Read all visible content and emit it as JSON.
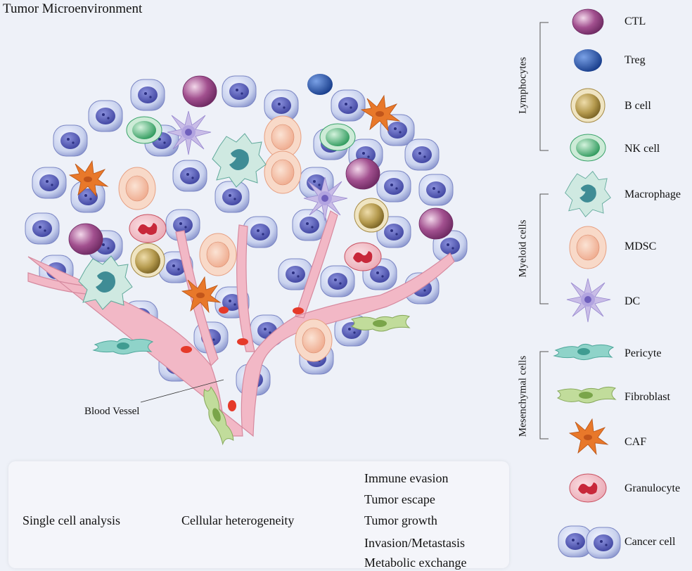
{
  "title": "Tumor Microenvironment",
  "vessel_label": "Blood Vessel",
  "groups": [
    {
      "name": "Lymphocytes",
      "items": [
        "CTL",
        "Treg",
        "B cell",
        "NK cell"
      ]
    },
    {
      "name": "Myeloid cells",
      "items": [
        "Macrophage",
        "MDSC",
        "DC"
      ]
    },
    {
      "name": "Mesenchymal cells",
      "items": [
        "Pericyte",
        "Fibroblast",
        "CAF"
      ]
    }
  ],
  "standalone": [
    "Granulocyte",
    "Cancer cell"
  ],
  "flow": {
    "step1": "Single cell analysis",
    "step2": "Cellular heterogeneity",
    "outcomes": [
      "Immune evasion",
      "Tumor escape",
      "Tumor growth",
      "Invasion/Metastasis",
      "Metabolic exchange"
    ]
  },
  "colors": {
    "cancer": "#c9d2ee",
    "nucleus": "#5a5fb8",
    "ctl": "#a2508f",
    "treg": "#2a4fa0",
    "bcell": "#b59a4e",
    "nk": "#3aa36a",
    "macrophage": "#7fc3b6",
    "mdsc": "#f1b89f",
    "dc": "#b4a6da",
    "pericyte": "#6fbcb2",
    "fibroblast": "#a6c57c",
    "caf": "#e8782a",
    "granulocyte": "#d6404e",
    "vessel": "#f2b8c6",
    "arrow": "#f0a23c"
  }
}
